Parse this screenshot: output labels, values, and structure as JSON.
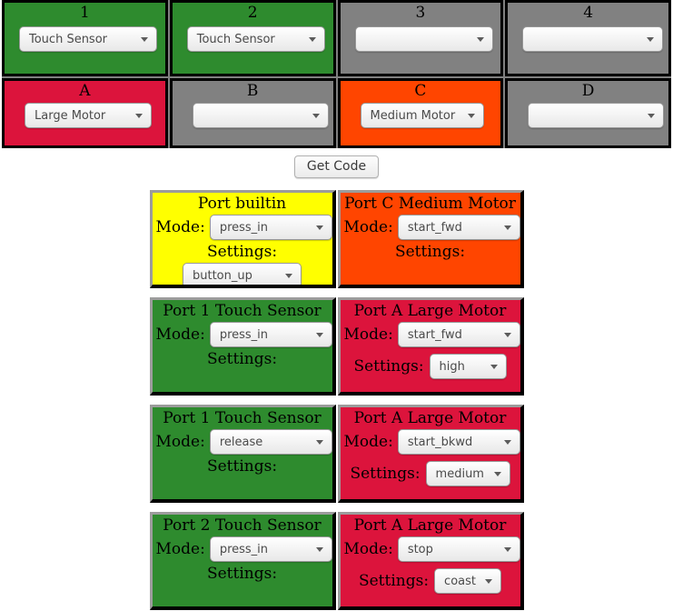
{
  "colors": {
    "sensor_green": "#2e8b2e",
    "empty_gray": "#818181",
    "large_motor_crimson": "#dc143c",
    "medium_motor_orangered": "#ff4500",
    "builtin_yellow": "#ffff00",
    "border_black": "#000000",
    "border_gray": "#9c9c9c"
  },
  "ports": {
    "inputs": [
      {
        "label": "1",
        "device": "Touch Sensor"
      },
      {
        "label": "2",
        "device": "Touch Sensor"
      },
      {
        "label": "3",
        "device": ""
      },
      {
        "label": "4",
        "device": ""
      }
    ],
    "outputs": [
      {
        "label": "A",
        "device": "Large Motor"
      },
      {
        "label": "B",
        "device": ""
      },
      {
        "label": "C",
        "device": "Medium Motor"
      },
      {
        "label": "D",
        "device": ""
      }
    ]
  },
  "toolbar": {
    "get_code_label": "Get Code"
  },
  "labels": {
    "mode": "Mode:",
    "settings": "Settings:"
  },
  "blocks": [
    {
      "left": {
        "title": "Port builtin",
        "mode": "press_in",
        "settings_value": "button_up"
      },
      "right": {
        "title": "Port C Medium Motor",
        "mode": "start_fwd",
        "settings_value": ""
      }
    },
    {
      "left": {
        "title": "Port 1 Touch Sensor",
        "mode": "press_in",
        "settings_value": ""
      },
      "right": {
        "title": "Port A Large Motor",
        "mode": "start_fwd",
        "settings_value": "high"
      }
    },
    {
      "left": {
        "title": "Port 1 Touch Sensor",
        "mode": "release",
        "settings_value": ""
      },
      "right": {
        "title": "Port A Large Motor",
        "mode": "start_bkwd",
        "settings_value": "medium"
      }
    },
    {
      "left": {
        "title": "Port 2 Touch Sensor",
        "mode": "press_in",
        "settings_value": ""
      },
      "right": {
        "title": "Port A Large Motor",
        "mode": "stop",
        "settings_value": "coast"
      }
    }
  ]
}
